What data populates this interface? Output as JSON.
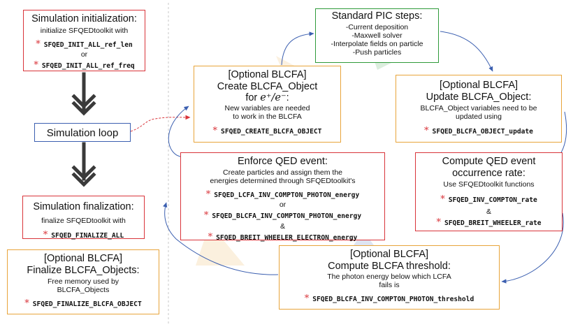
{
  "init": {
    "title": "Simulation initialization:",
    "line": "initialize SFQEDtoolkit with",
    "code1": "SFQED_INIT_ALL_ref_len",
    "or": "or",
    "code2": "SFQED_INIT_ALL_ref_freq"
  },
  "loop": {
    "title": "Simulation loop"
  },
  "finalize": {
    "title": "Simulation finalization:",
    "line": "finalize SFQEDtoolkit with",
    "code": "SFQED_FINALIZE_ALL"
  },
  "finalize_blcfa": {
    "title1": "[Optional BLCFA]",
    "title2": "Finalize BLCFA_Objects:",
    "line1": "Free memory used by",
    "line2": "BLCFA_Objects",
    "code": "SFQED_FINALIZE_BLCFA_OBJECT"
  },
  "pic": {
    "title": "Standard PIC steps:",
    "items": [
      "-Current deposition",
      "-Maxwell solver",
      "-Interpolate fields on particle",
      "-Push particles"
    ]
  },
  "create": {
    "title1": "[Optional BLCFA]",
    "title2": "Create BLCFA_Object",
    "for_label": "for",
    "species": "e⁺/e⁻",
    "colon": ":",
    "line1": "New variables are needed",
    "line2": "to work in the BLCFA",
    "code": "SFQED_CREATE_BLCFA_OBJECT"
  },
  "update": {
    "title1": "[Optional BLCFA]",
    "title2": "Update BLCFA_Object:",
    "line1": "BLCFA_Object variables need to be",
    "line2": "updated using",
    "code": "SFQED_BLCFA_OBJECT_update"
  },
  "enforce": {
    "title": "Enforce QED event:",
    "line1": "Create particles and assign them the",
    "line2": "energies determined through SFQEDtoolkit's",
    "code1": "SFQED_LCFA_INV_COMPTON_PHOTON_energy",
    "or": "or",
    "code2": "SFQED_BLCFA_INV_COMPTON_PHOTON_energy",
    "amp": "&",
    "code3": "SFQED_BREIT_WHEELER_ELECTRON_energy"
  },
  "rate": {
    "title1": "Compute QED event",
    "title2": "occurrence rate:",
    "line": "Use SFQEDtoolkit functions",
    "code1": "SFQED_INV_COMPTON_rate",
    "amp": "&",
    "code2": "SFQED_BREIT_WHEELER_rate"
  },
  "threshold": {
    "title1": "[Optional BLCFA]",
    "title2": "Compute BLCFA threshold:",
    "line1": "The photon energy below which LCFA",
    "line2": "fails is",
    "code": "SFQED_BLCFA_INV_COMPTON_PHOTON_threshold"
  },
  "colors": {
    "red": "#d9343a",
    "blue": "#3b5fb0",
    "green": "#2f9a3a",
    "orange": "#e8a43a",
    "dark_arrow": "#3a3a3a"
  },
  "icons": {
    "bullet": "red-asterisk-icon",
    "down_arrow": "double-chevron-down-icon"
  }
}
